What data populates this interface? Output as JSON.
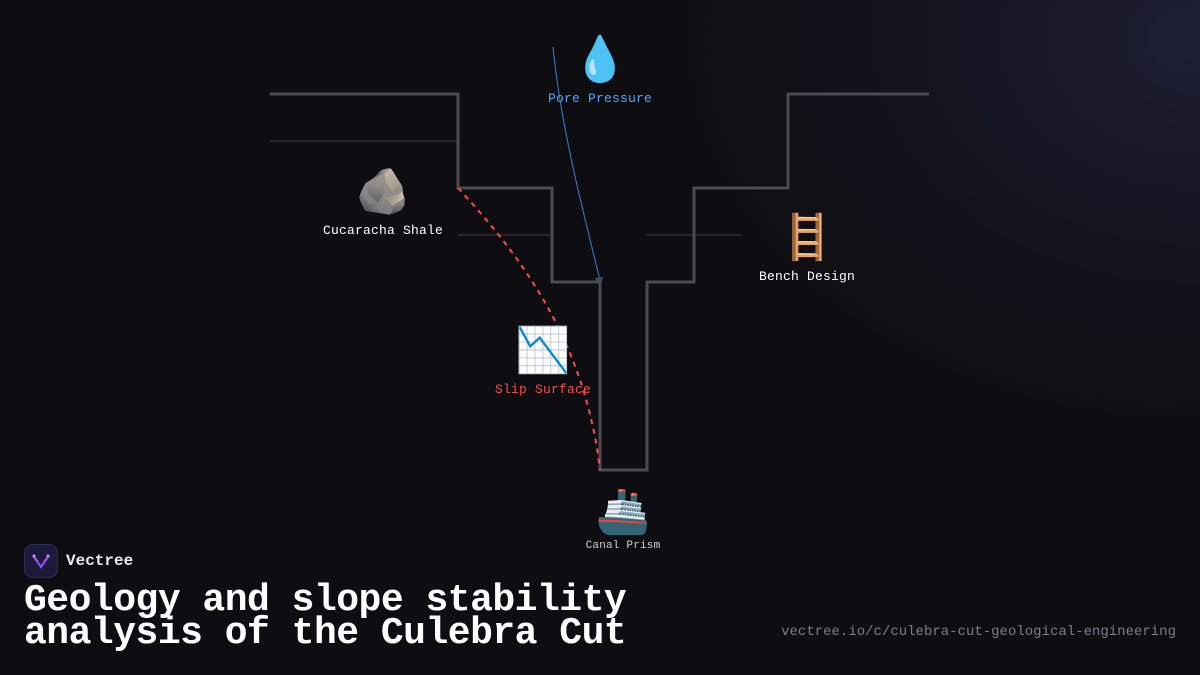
{
  "diagram": {
    "nodes": {
      "pore_pressure": {
        "icon": "water-droplet-icon",
        "emoji": "💧",
        "label": "Pore Pressure",
        "color": "#4ea6ff"
      },
      "cucaracha_shale": {
        "icon": "rock-icon",
        "emoji": "🪨",
        "label": "Cucaracha Shale",
        "color": "#ffffff"
      },
      "bench_design": {
        "icon": "ladder-icon",
        "emoji": "🪜",
        "label": "Bench Design",
        "color": "#ffffff"
      },
      "slip_surface": {
        "icon": "chart-decreasing-icon",
        "emoji": "📉",
        "label": "Slip Surface",
        "color": "#ff4a4a"
      },
      "canal_prism": {
        "icon": "ship-icon",
        "emoji": "🚢",
        "label": "Canal Prism",
        "color": "#cfcfd6"
      }
    },
    "colors": {
      "profile": "#4a4a50",
      "layer_lines": "#3a3a40",
      "slip_line": "#ff4a4a",
      "pressure_arrow": "#3a7fd0"
    }
  },
  "brand": {
    "name": "Vectree",
    "logo": "vectree-logo-icon"
  },
  "title": {
    "line1": "Geology and slope stability",
    "line2": "analysis of the Culebra Cut"
  },
  "url": "vectree.io/c/culebra-cut-geological-engineering"
}
